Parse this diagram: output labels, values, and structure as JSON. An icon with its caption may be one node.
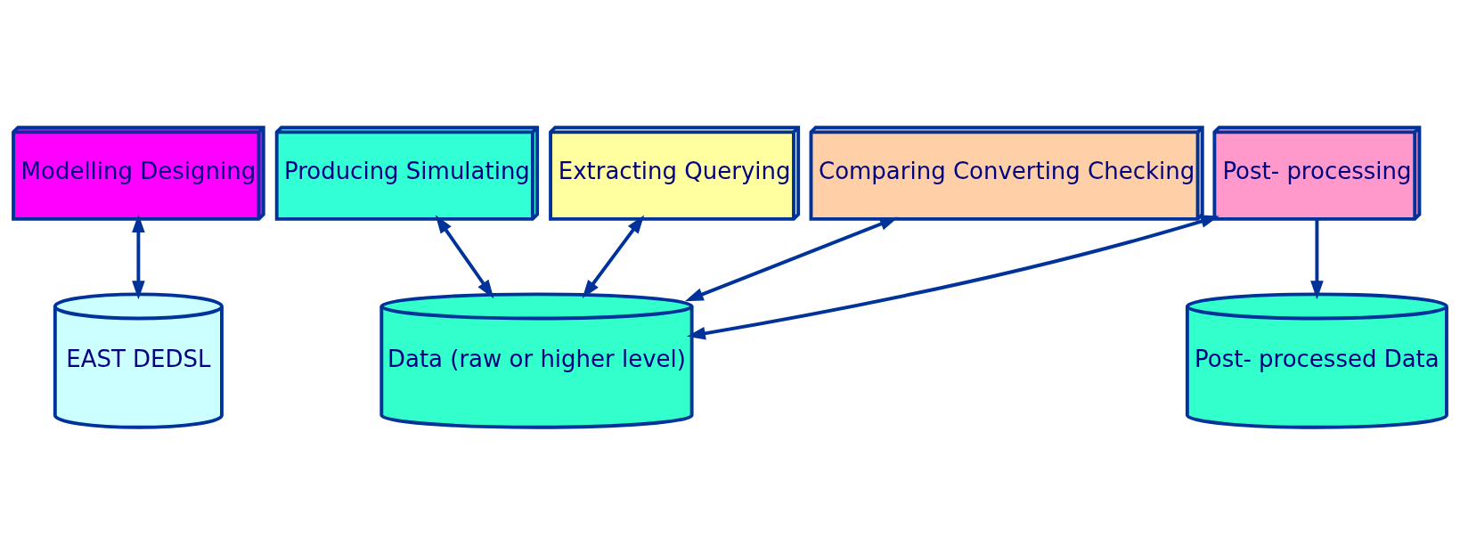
{
  "diagram": {
    "nodes": [
      {
        "text": [
          "Modelling Designing"
        ]
      },
      {
        "text": [
          "Producing Simulating"
        ]
      },
      {
        "text": [
          "Extracting Querying"
        ]
      },
      {
        "text": [
          "Comparing Converting Checking"
        ]
      },
      {
        "text": [
          "Post- processing"
        ]
      },
      {
        "text": [
          "EAST DEDSL"
        ]
      },
      {
        "text": [
          "Data (raw or higher level)"
        ]
      },
      {
        "text": [
          "Post- processed Data"
        ]
      }
    ],
    "edges": [
      {
        "from": 0,
        "to": 5,
        "arrow": "both"
      },
      {
        "from": 6,
        "to": 1,
        "arrow": "both"
      },
      {
        "from": 6,
        "to": 2,
        "arrow": "both"
      },
      {
        "from": 6,
        "to": 3,
        "arrow": "both"
      },
      {
        "from": 6,
        "to": 4,
        "arrow": "both"
      },
      {
        "from": 4,
        "to": 7,
        "arrow": "to"
      }
    ]
  }
}
